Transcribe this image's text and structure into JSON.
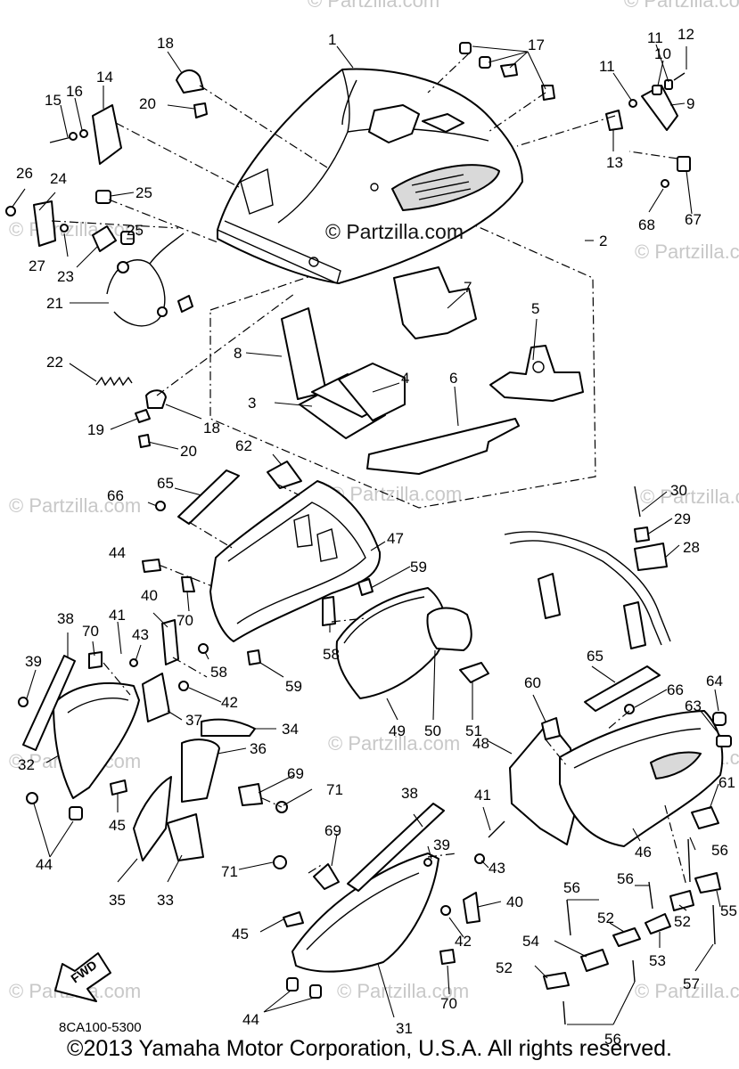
{
  "diagram": {
    "drawing_code": "8CA100-5300",
    "fwd_label": "FWD",
    "watermark_main": "© Partzilla.com",
    "watermark_faint": "© Partzilla.com",
    "callouts": [
      {
        "id": "c1",
        "text": "1"
      },
      {
        "id": "c2",
        "text": "2"
      },
      {
        "id": "c3",
        "text": "3"
      },
      {
        "id": "c4",
        "text": "4"
      },
      {
        "id": "c5",
        "text": "5"
      },
      {
        "id": "c6",
        "text": "6"
      },
      {
        "id": "c7",
        "text": "7"
      },
      {
        "id": "c8",
        "text": "8"
      },
      {
        "id": "c9",
        "text": "9"
      },
      {
        "id": "c10",
        "text": "10"
      },
      {
        "id": "c11a",
        "text": "11"
      },
      {
        "id": "c11b",
        "text": "11"
      },
      {
        "id": "c12",
        "text": "12"
      },
      {
        "id": "c13",
        "text": "13"
      },
      {
        "id": "c14",
        "text": "14"
      },
      {
        "id": "c15",
        "text": "15"
      },
      {
        "id": "c16",
        "text": "16"
      },
      {
        "id": "c17",
        "text": "17"
      },
      {
        "id": "c18a",
        "text": "18"
      },
      {
        "id": "c18b",
        "text": "18"
      },
      {
        "id": "c19",
        "text": "19"
      },
      {
        "id": "c20a",
        "text": "20"
      },
      {
        "id": "c20b",
        "text": "20"
      },
      {
        "id": "c21",
        "text": "21"
      },
      {
        "id": "c22",
        "text": "22"
      },
      {
        "id": "c23",
        "text": "23"
      },
      {
        "id": "c24",
        "text": "24"
      },
      {
        "id": "c25a",
        "text": "25"
      },
      {
        "id": "c25b",
        "text": "25"
      },
      {
        "id": "c26",
        "text": "26"
      },
      {
        "id": "c27",
        "text": "27"
      },
      {
        "id": "c28",
        "text": "28"
      },
      {
        "id": "c29",
        "text": "29"
      },
      {
        "id": "c30",
        "text": "30"
      },
      {
        "id": "c31",
        "text": "31"
      },
      {
        "id": "c32",
        "text": "32"
      },
      {
        "id": "c33",
        "text": "33"
      },
      {
        "id": "c34",
        "text": "34"
      },
      {
        "id": "c35",
        "text": "35"
      },
      {
        "id": "c36",
        "text": "36"
      },
      {
        "id": "c37",
        "text": "37"
      },
      {
        "id": "c38a",
        "text": "38"
      },
      {
        "id": "c38b",
        "text": "38"
      },
      {
        "id": "c39a",
        "text": "39"
      },
      {
        "id": "c39b",
        "text": "39"
      },
      {
        "id": "c40a",
        "text": "40"
      },
      {
        "id": "c40b",
        "text": "40"
      },
      {
        "id": "c41a",
        "text": "41"
      },
      {
        "id": "c41b",
        "text": "41"
      },
      {
        "id": "c42a",
        "text": "42"
      },
      {
        "id": "c42b",
        "text": "42"
      },
      {
        "id": "c43a",
        "text": "43"
      },
      {
        "id": "c43b",
        "text": "43"
      },
      {
        "id": "c44a",
        "text": "44"
      },
      {
        "id": "c44b",
        "text": "44"
      },
      {
        "id": "c44c",
        "text": "44"
      },
      {
        "id": "c45a",
        "text": "45"
      },
      {
        "id": "c45b",
        "text": "45"
      },
      {
        "id": "c46",
        "text": "46"
      },
      {
        "id": "c47",
        "text": "47"
      },
      {
        "id": "c48",
        "text": "48"
      },
      {
        "id": "c49",
        "text": "49"
      },
      {
        "id": "c50",
        "text": "50"
      },
      {
        "id": "c51",
        "text": "51"
      },
      {
        "id": "c52a",
        "text": "52"
      },
      {
        "id": "c52b",
        "text": "52"
      },
      {
        "id": "c52c",
        "text": "52"
      },
      {
        "id": "c53",
        "text": "53"
      },
      {
        "id": "c54",
        "text": "54"
      },
      {
        "id": "c55",
        "text": "55"
      },
      {
        "id": "c56a",
        "text": "56"
      },
      {
        "id": "c56b",
        "text": "56"
      },
      {
        "id": "c56c",
        "text": "56"
      },
      {
        "id": "c56d",
        "text": "56"
      },
      {
        "id": "c57",
        "text": "57"
      },
      {
        "id": "c58a",
        "text": "58"
      },
      {
        "id": "c58b",
        "text": "58"
      },
      {
        "id": "c59a",
        "text": "59"
      },
      {
        "id": "c59b",
        "text": "59"
      },
      {
        "id": "c60",
        "text": "60"
      },
      {
        "id": "c61",
        "text": "61"
      },
      {
        "id": "c62",
        "text": "62"
      },
      {
        "id": "c63",
        "text": "63"
      },
      {
        "id": "c64",
        "text": "64"
      },
      {
        "id": "c65a",
        "text": "65"
      },
      {
        "id": "c65b",
        "text": "65"
      },
      {
        "id": "c66a",
        "text": "66"
      },
      {
        "id": "c66b",
        "text": "66"
      },
      {
        "id": "c67",
        "text": "67"
      },
      {
        "id": "c68",
        "text": "68"
      },
      {
        "id": "c69a",
        "text": "69"
      },
      {
        "id": "c69b",
        "text": "69"
      },
      {
        "id": "c70a",
        "text": "70"
      },
      {
        "id": "c70b",
        "text": "70"
      },
      {
        "id": "c70c",
        "text": "70"
      },
      {
        "id": "c71a",
        "text": "71"
      },
      {
        "id": "c71b",
        "text": "71"
      }
    ]
  },
  "footer": {
    "copyright": "©2013  Yamaha Motor Corporation, U.S.A. All rights reserved."
  }
}
